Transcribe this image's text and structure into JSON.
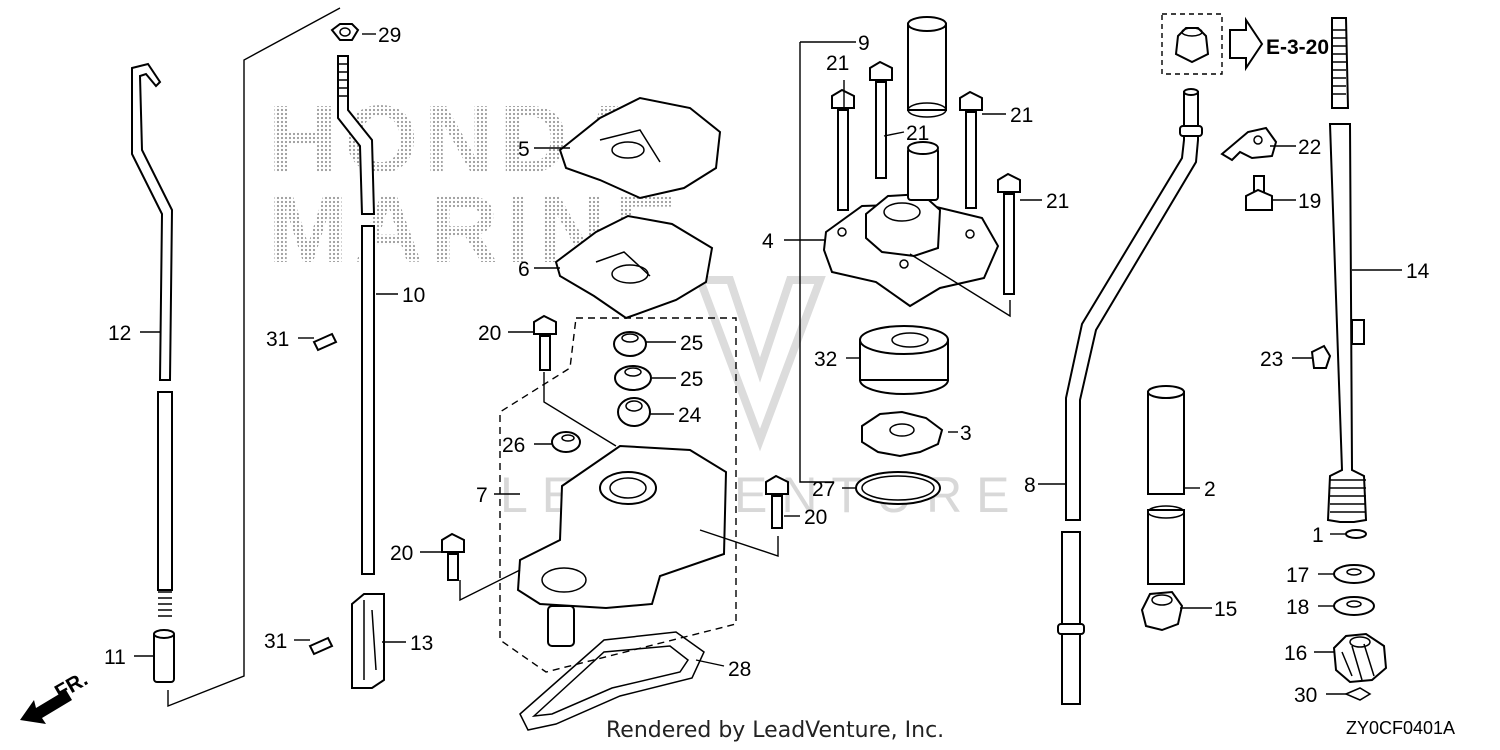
{
  "diagram": {
    "watermark": {
      "line1": "HONDA",
      "line2": "MARINE",
      "dealer": "LEADVENTURE"
    },
    "reference_link": "E-3-20",
    "front_marker": "FR.",
    "credit": "Rendered by LeadVenture, Inc.",
    "figure_code": "ZY0CF0401A",
    "callouts": [
      {
        "id": "c1",
        "label": "1"
      },
      {
        "id": "c2",
        "label": "2"
      },
      {
        "id": "c3",
        "label": "3"
      },
      {
        "id": "c4",
        "label": "4"
      },
      {
        "id": "c5",
        "label": "5"
      },
      {
        "id": "c6",
        "label": "6"
      },
      {
        "id": "c7",
        "label": "7"
      },
      {
        "id": "c8",
        "label": "8"
      },
      {
        "id": "c9",
        "label": "9"
      },
      {
        "id": "c10",
        "label": "10"
      },
      {
        "id": "c11",
        "label": "11"
      },
      {
        "id": "c12",
        "label": "12"
      },
      {
        "id": "c13",
        "label": "13"
      },
      {
        "id": "c14",
        "label": "14"
      },
      {
        "id": "c15",
        "label": "15"
      },
      {
        "id": "c16",
        "label": "16"
      },
      {
        "id": "c17",
        "label": "17"
      },
      {
        "id": "c18",
        "label": "18"
      },
      {
        "id": "c19",
        "label": "19"
      },
      {
        "id": "c20a",
        "label": "20"
      },
      {
        "id": "c20b",
        "label": "20"
      },
      {
        "id": "c20c",
        "label": "20"
      },
      {
        "id": "c21a",
        "label": "21"
      },
      {
        "id": "c21b",
        "label": "21"
      },
      {
        "id": "c21c",
        "label": "21"
      },
      {
        "id": "c21d",
        "label": "21"
      },
      {
        "id": "c22",
        "label": "22"
      },
      {
        "id": "c23",
        "label": "23"
      },
      {
        "id": "c24",
        "label": "24"
      },
      {
        "id": "c25a",
        "label": "25"
      },
      {
        "id": "c25b",
        "label": "25"
      },
      {
        "id": "c26",
        "label": "26"
      },
      {
        "id": "c27",
        "label": "27"
      },
      {
        "id": "c28",
        "label": "28"
      },
      {
        "id": "c29",
        "label": "29"
      },
      {
        "id": "c30",
        "label": "30"
      },
      {
        "id": "c31a",
        "label": "31"
      },
      {
        "id": "c31b",
        "label": "31"
      },
      {
        "id": "c32",
        "label": "32"
      }
    ]
  }
}
